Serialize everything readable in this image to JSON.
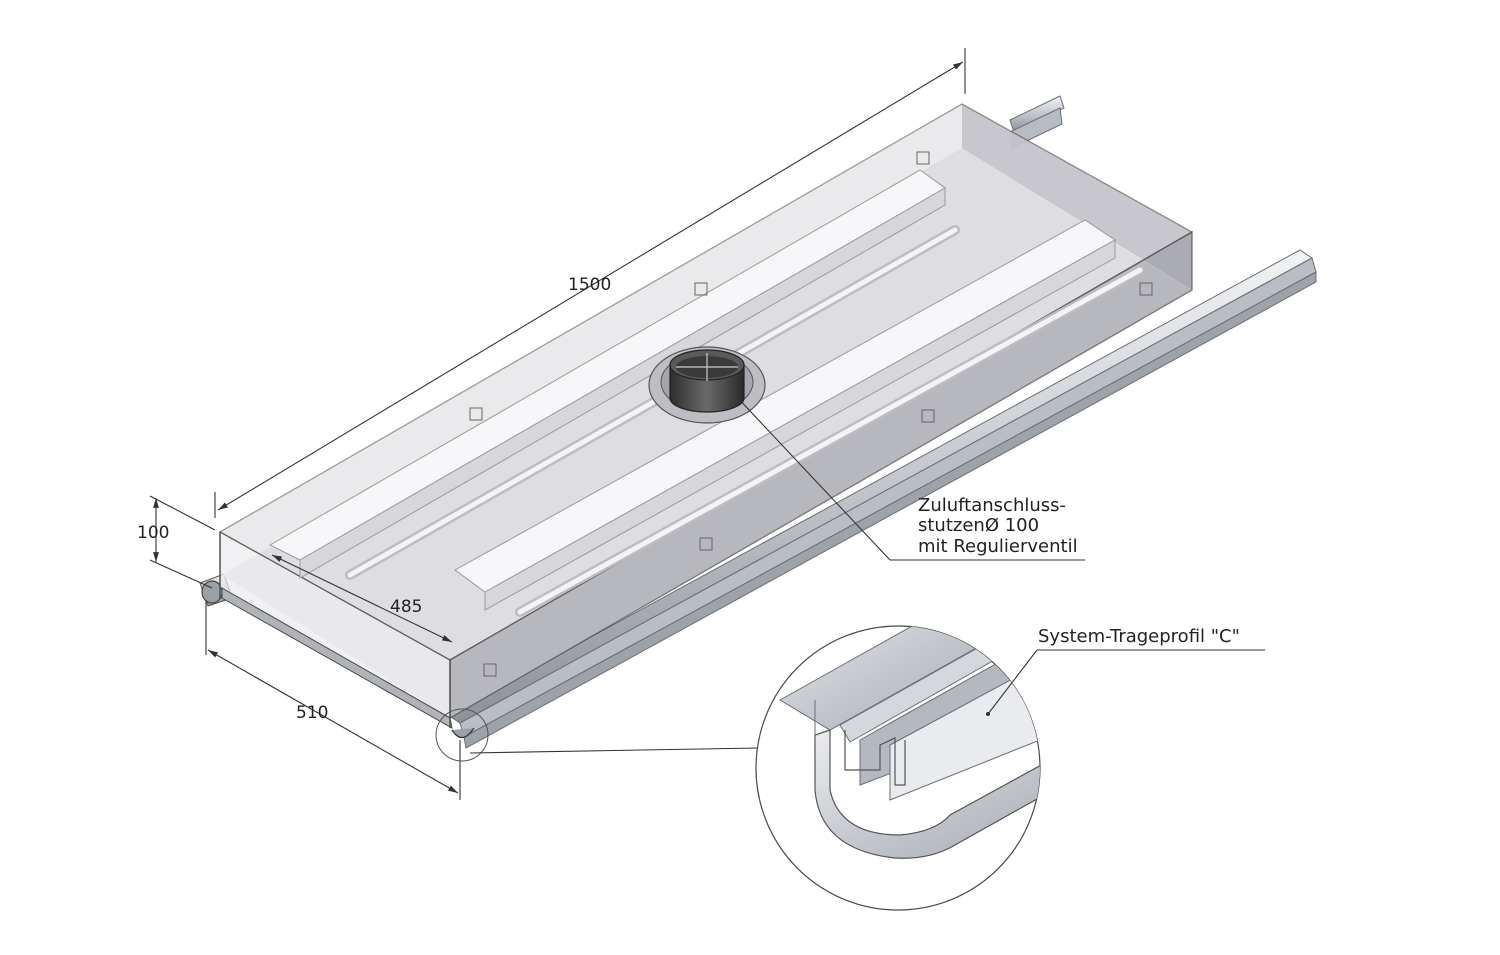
{
  "dimensions": {
    "length": "1500",
    "height": "100",
    "inner_width": "485",
    "outer_width": "510"
  },
  "labels": {
    "supply_air_line1": "Zuluftanschluss-",
    "supply_air_line2": "stutzenØ 100",
    "supply_air_line3": "mit Regulierventil",
    "profile": "System-Trageprofil \"C\""
  },
  "colors": {
    "housing_fill": "#d8d8dc",
    "housing_edge": "#4a4a4a",
    "rail": "#c9ccd2",
    "collar": "#3a3a3a",
    "text": "#222222"
  }
}
